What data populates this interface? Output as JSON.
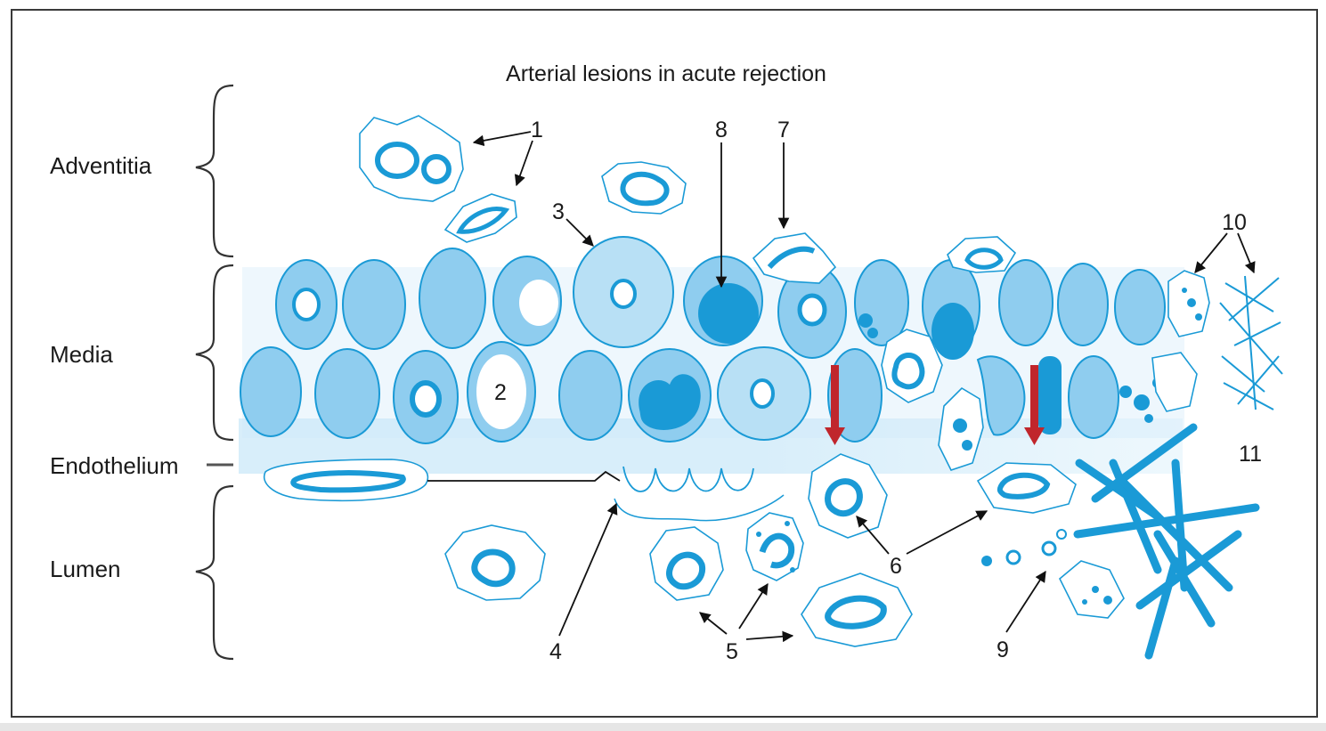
{
  "title": "Arterial lesions in acute rejection",
  "layers": {
    "adventitia": "Adventitia",
    "media": "Media",
    "endothelium": "Endothelium",
    "lumen": "Lumen"
  },
  "callouts": {
    "n1": "1",
    "n2": "2",
    "n3": "3",
    "n4": "4",
    "n5": "5",
    "n6": "6",
    "n7": "7",
    "n8": "8",
    "n9": "9",
    "n10": "10",
    "n11": "11"
  },
  "colors": {
    "cell_fill": "#8fcdef",
    "cell_stroke": "#1a9ad6",
    "endothelium_band": "#d8eefa",
    "highlight_arrow": "#c0262c"
  }
}
